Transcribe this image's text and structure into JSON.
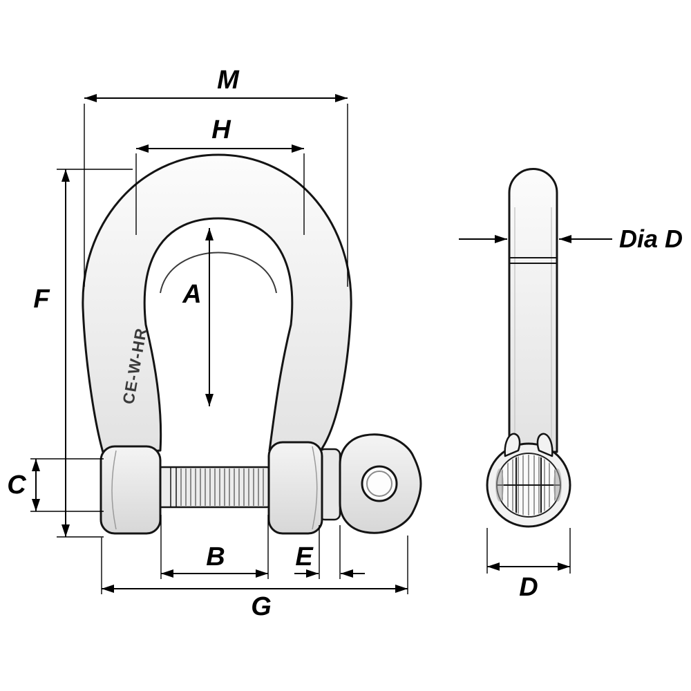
{
  "page": {
    "background": "#ffffff"
  },
  "diagram": {
    "kind": "technical dimension drawing",
    "subject": "bow shackle front view with pin side view",
    "dimension_labels": {
      "m": "M",
      "h": "H",
      "a": "A",
      "f": "F",
      "c": "C",
      "b": "B",
      "e": "E",
      "g": "G",
      "d": "D",
      "dia_d": "Dia D"
    },
    "engraving": "CE-W-HR",
    "colors": {
      "line": "#141414",
      "metal_light": "#f5f5f5",
      "metal_mid": "#dcdcdc",
      "background": "#ffffff"
    }
  }
}
